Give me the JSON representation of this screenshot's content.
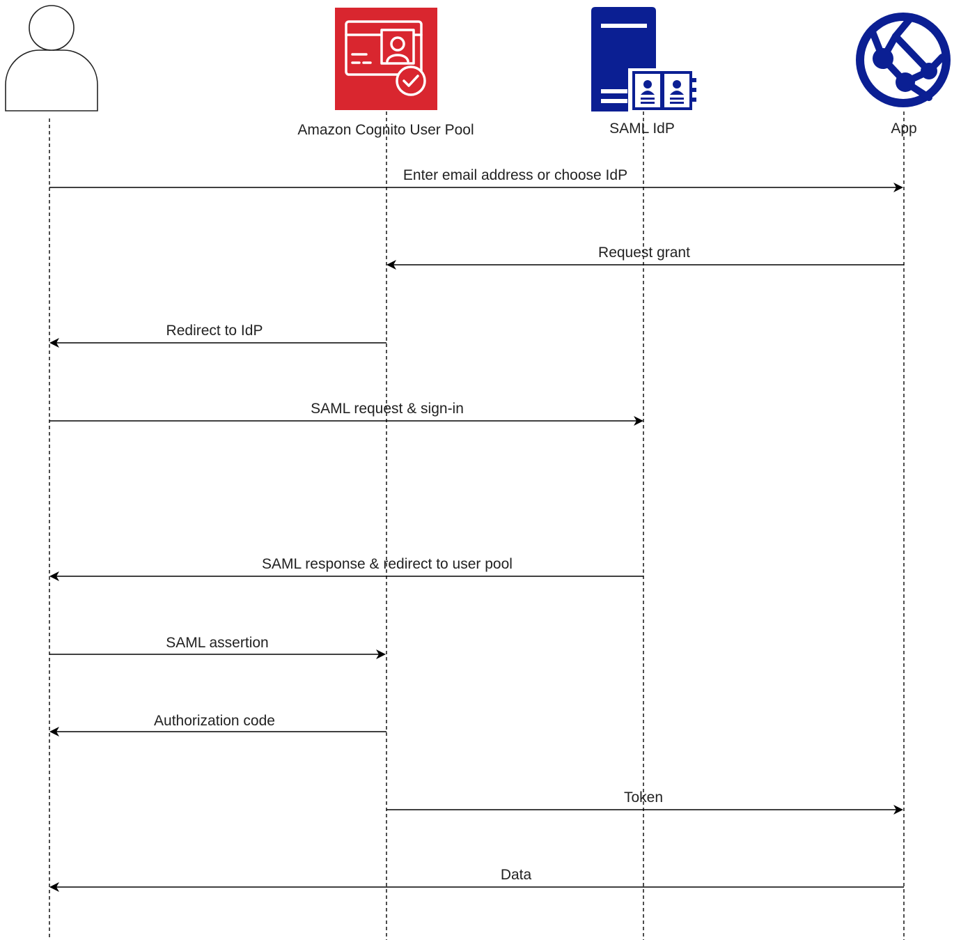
{
  "colors": {
    "cognito_red": "#d9262f",
    "idp_navy": "#0b1f93",
    "app_navy": "#0b1f93",
    "line": "#000000",
    "text": "#222222"
  },
  "participants": [
    {
      "id": "user",
      "label": "",
      "icon": "user-icon"
    },
    {
      "id": "cognito",
      "label": "Amazon Cognito User Pool",
      "icon": "cognito-user-pool-icon"
    },
    {
      "id": "idp",
      "label": "SAML IdP",
      "icon": "saml-idp-server-icon"
    },
    {
      "id": "app",
      "label": "App",
      "icon": "app-globe-icon"
    }
  ],
  "messages": [
    {
      "from": "user",
      "to": "app",
      "label": "Enter email address or choose IdP"
    },
    {
      "from": "app",
      "to": "cognito",
      "label": "Request grant"
    },
    {
      "from": "cognito",
      "to": "user",
      "label": "Redirect to IdP"
    },
    {
      "from": "user",
      "to": "idp",
      "label": "SAML request & sign-in"
    },
    {
      "from": "idp",
      "to": "user",
      "label": "SAML response & redirect to user pool"
    },
    {
      "from": "user",
      "to": "cognito",
      "label": "SAML assertion"
    },
    {
      "from": "cognito",
      "to": "user",
      "label": "Authorization code"
    },
    {
      "from": "cognito",
      "to": "app",
      "label": "Token"
    },
    {
      "from": "app",
      "to": "user",
      "label": "Data"
    }
  ]
}
